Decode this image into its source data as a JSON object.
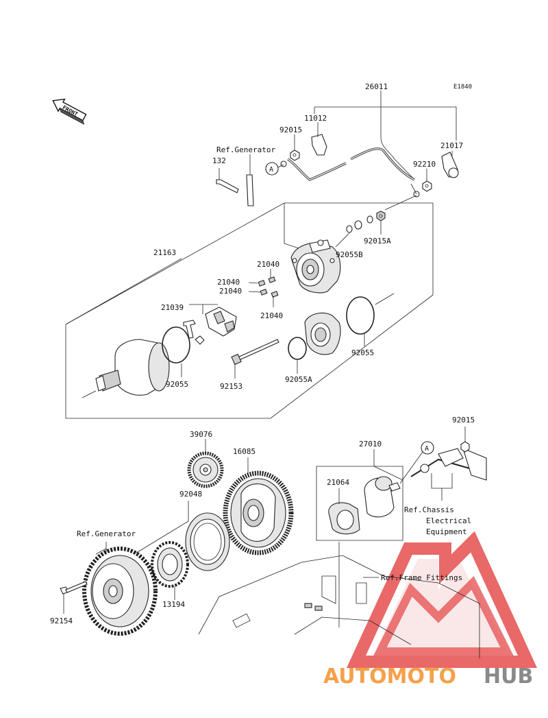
{
  "diagram": {
    "code": "E1840",
    "front_label": "FRONT",
    "callout_a": "A",
    "refs": {
      "generator_top": "Ref.Generator",
      "generator_bottom": "Ref.Generator",
      "chassis_line1": "Ref.Chassis",
      "chassis_line2": "Electrical",
      "chassis_line3": "Equipment",
      "frame": "Ref.Frame Fittings"
    },
    "parts": {
      "p26011": "26011",
      "p11012": "11012",
      "p92015_top": "92015",
      "p21017": "21017",
      "p132": "132",
      "p92210": "92210",
      "p92015A": "92015A",
      "p92055B": "92055B",
      "p21163": "21163",
      "p21040_a": "21040",
      "p21040_b": "21040",
      "p21040_c": "21040",
      "p21040_d": "21040",
      "p21039": "21039",
      "p92055_left": "92055",
      "p92153": "92153",
      "p92055A": "92055A",
      "p92055_right": "92055",
      "p39076": "39076",
      "p16085": "16085",
      "p92048": "92048",
      "p27010": "27010",
      "p92015_bottom": "92015",
      "p21064": "21064",
      "p13194": "13194",
      "p92154": "92154"
    }
  },
  "watermark": {
    "part1": "AUTOMOTO",
    "part2": "HUB",
    "color_orange": "#f5a04a",
    "color_grey": "#8a8a8a",
    "color_red": "#e23b3b"
  }
}
